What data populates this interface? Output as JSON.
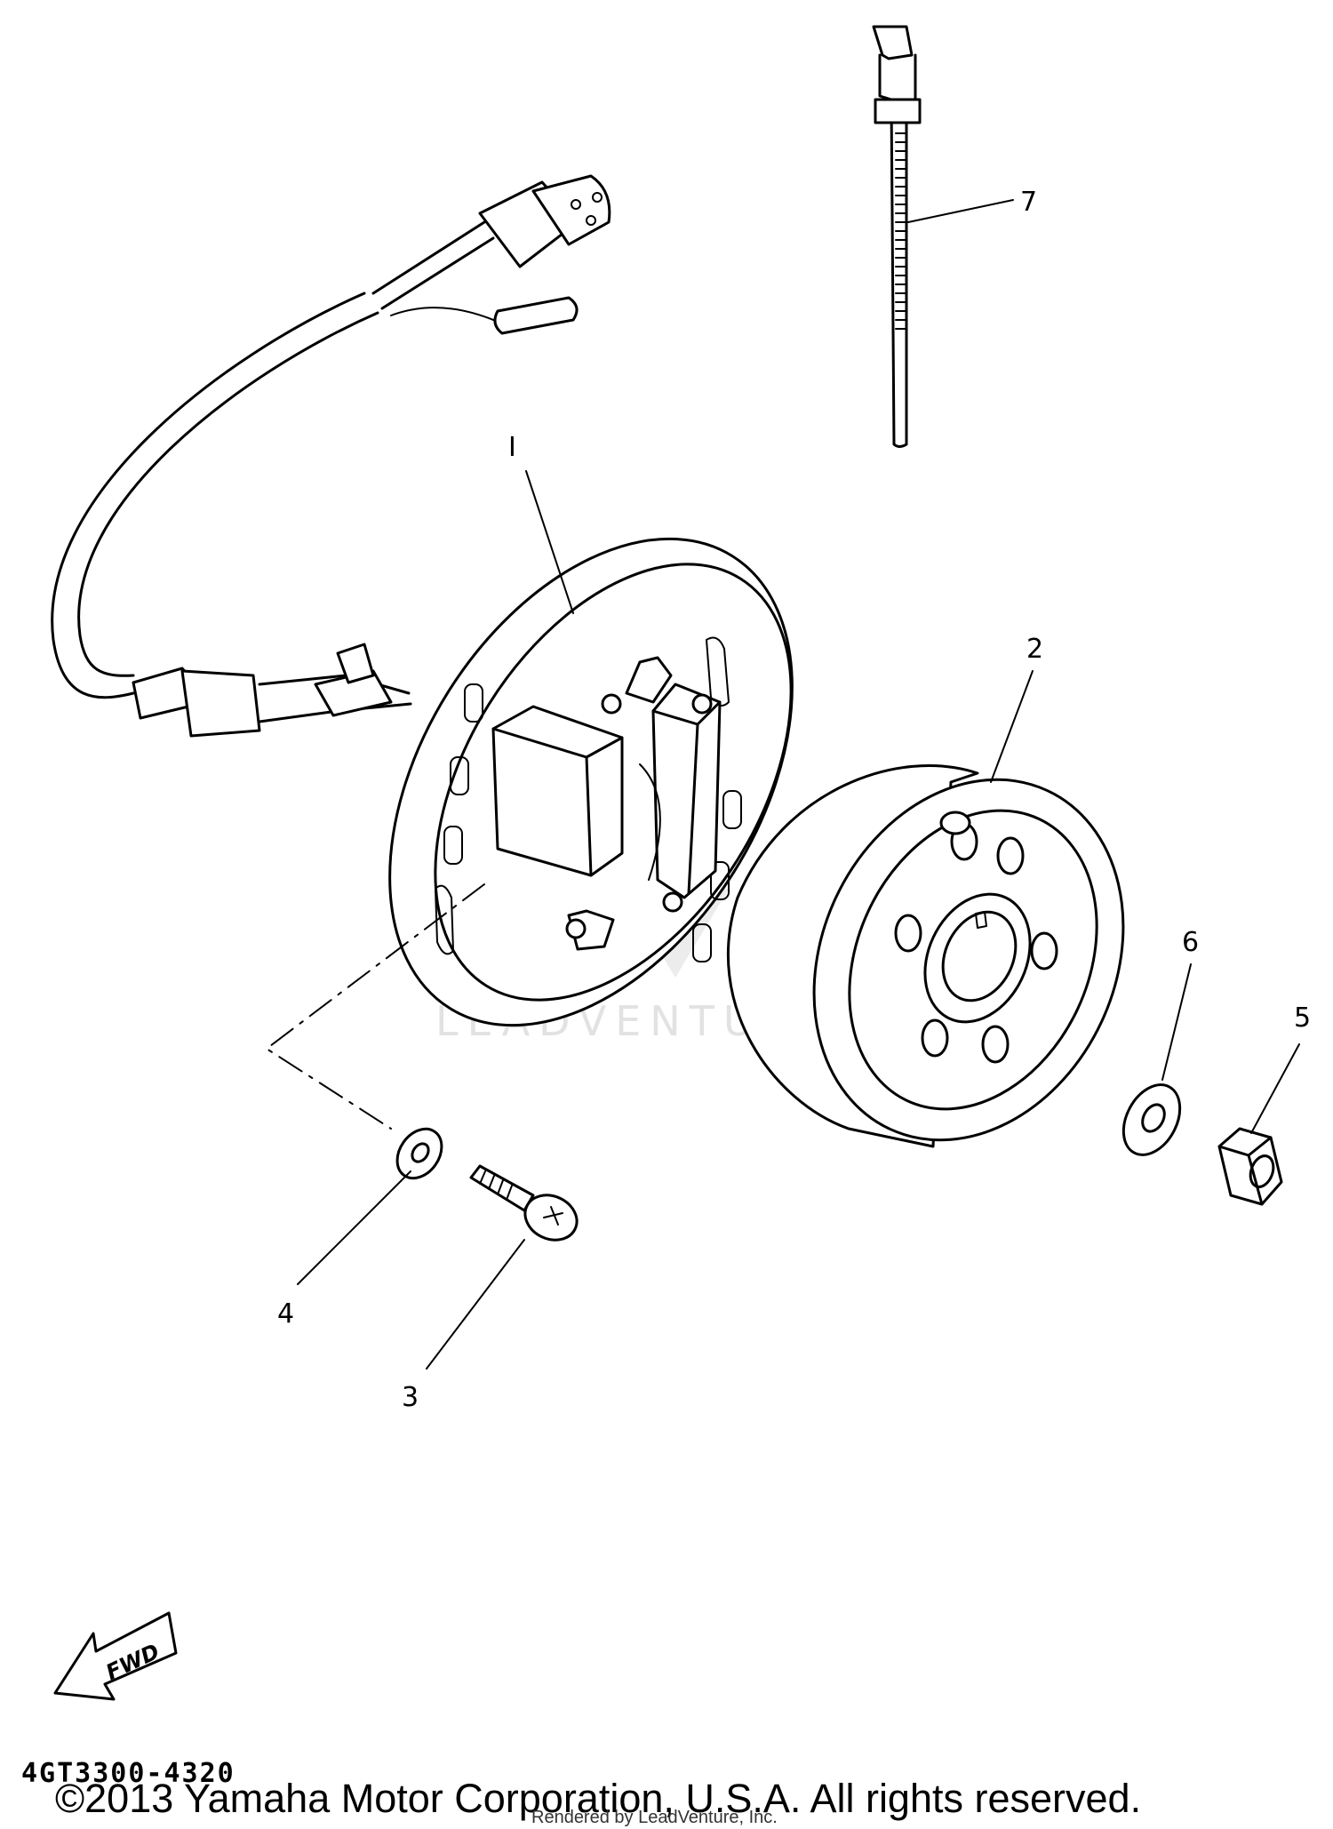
{
  "callouts": [
    {
      "id": "1",
      "label": "I"
    },
    {
      "id": "2",
      "label": "2"
    },
    {
      "id": "3",
      "label": "3"
    },
    {
      "id": "4",
      "label": "4"
    },
    {
      "id": "5",
      "label": "5"
    },
    {
      "id": "6",
      "label": "6"
    },
    {
      "id": "7",
      "label": "7"
    }
  ],
  "fwd_label": "FWD",
  "watermark": "LEADVENTURE",
  "diagram_code": "4GT3300-4320",
  "copyright": "©2013 Yamaha Motor Corporation, U.S.A. All rights reserved.",
  "rendered_by": "Rendered by LeadVenture, Inc."
}
